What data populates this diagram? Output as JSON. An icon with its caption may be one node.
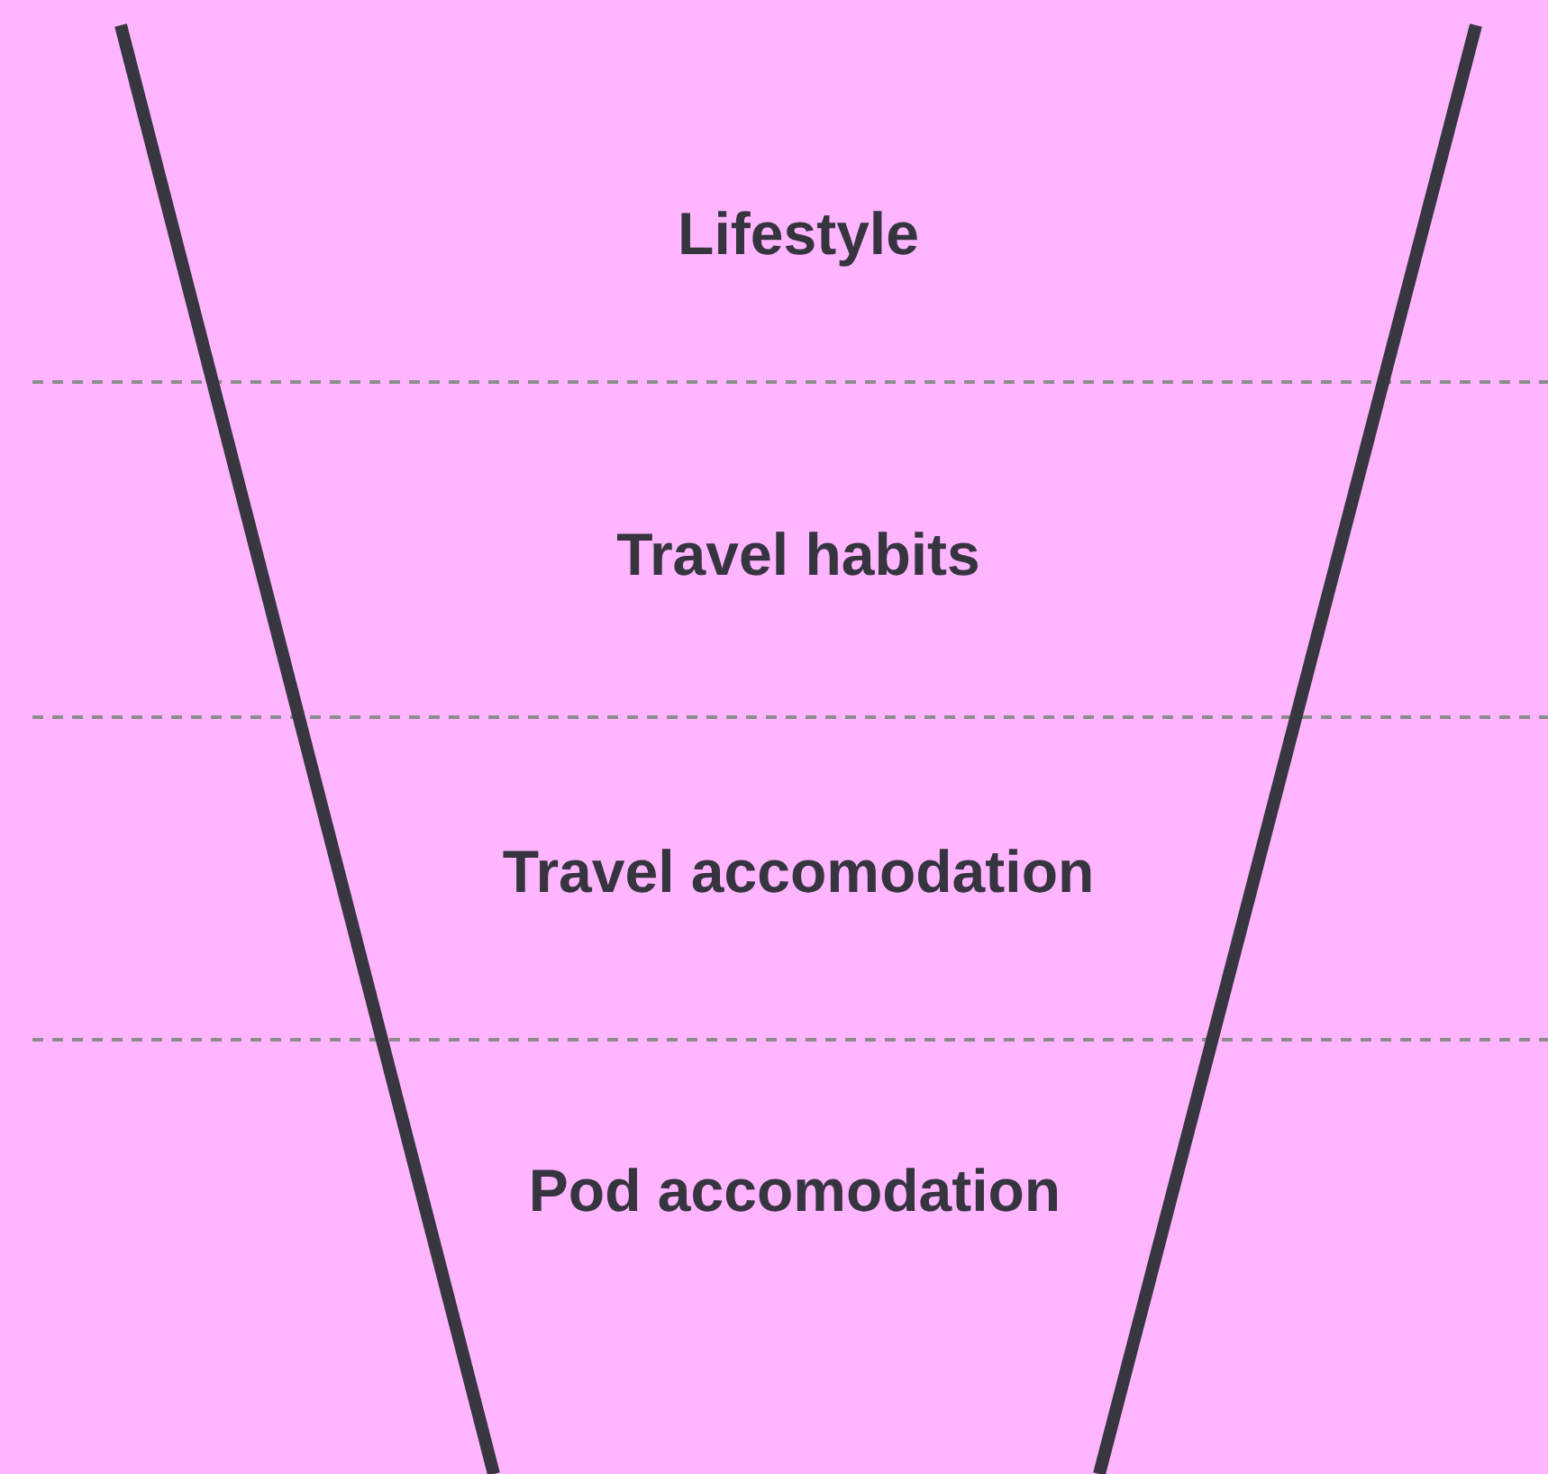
{
  "diagram": {
    "nodes": [
      {
        "text": [
          "Lifestyle"
        ]
      },
      {
        "text": [
          "Travel habits"
        ]
      },
      {
        "text": [
          "Travel accomodation"
        ]
      },
      {
        "text": [
          "Pod accomodation"
        ]
      }
    ]
  }
}
